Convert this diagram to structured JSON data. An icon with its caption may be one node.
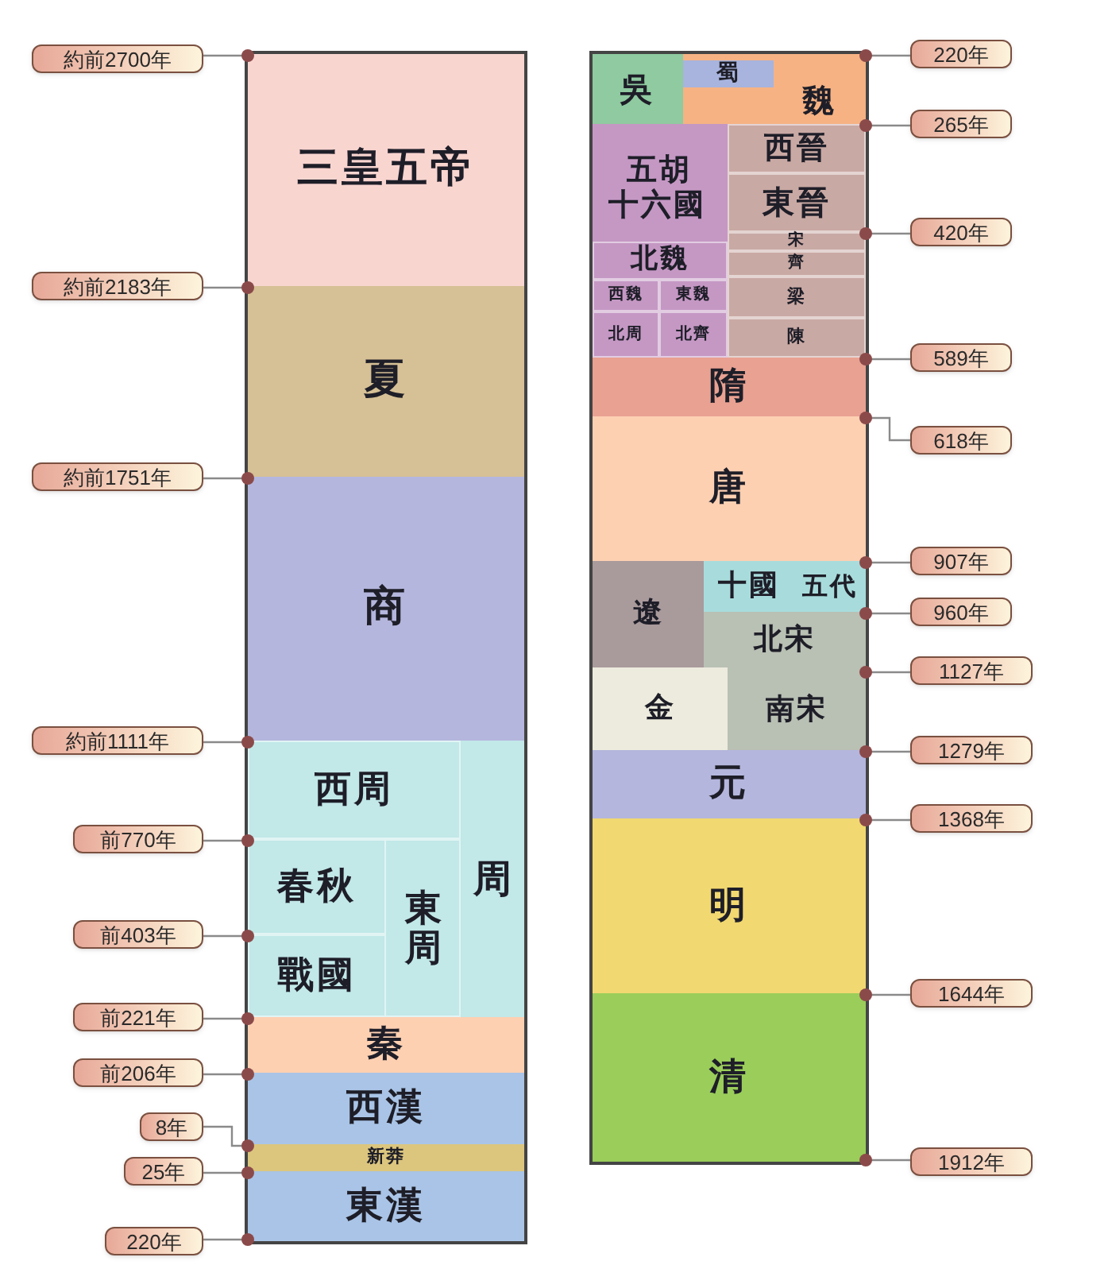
{
  "diagram": {
    "nodes": [
      {
        "text": [
          "三皇五帝"
        ]
      },
      {
        "text": [
          "夏"
        ]
      },
      {
        "text": [
          "商"
        ]
      },
      {
        "text": [
          "周"
        ]
      },
      {
        "text": [
          "西周"
        ],
        "in": 3
      },
      {
        "text": [
          "東周"
        ],
        "in": 3
      },
      {
        "text": [
          "春秋"
        ],
        "in": 5
      },
      {
        "text": [
          "戰國"
        ],
        "in": 5
      },
      {
        "text": [
          "秦"
        ]
      },
      {
        "text": [
          "西漢"
        ]
      },
      {
        "text": [
          "新莽"
        ]
      },
      {
        "text": [
          "東漢"
        ]
      },
      {
        "text": [
          "吳"
        ]
      },
      {
        "text": [
          "魏"
        ]
      },
      {
        "text": [
          "蜀"
        ],
        "in": 13
      },
      {
        "text": [
          "西晉"
        ]
      },
      {
        "text": [
          "東晉"
        ]
      },
      {
        "text": [
          "宋"
        ]
      },
      {
        "text": [
          "齊"
        ]
      },
      {
        "text": [
          "梁"
        ]
      },
      {
        "text": [
          "陳"
        ]
      },
      {
        "text": [
          "五胡十六國"
        ]
      },
      {
        "text": [
          "北魏"
        ],
        "in": 21
      },
      {
        "text": [
          "西魏"
        ],
        "in": 21
      },
      {
        "text": [
          "東魏"
        ],
        "in": 21
      },
      {
        "text": [
          "北周"
        ],
        "in": 21
      },
      {
        "text": [
          "北齊"
        ],
        "in": 21
      },
      {
        "text": [
          "隋"
        ]
      },
      {
        "text": [
          "唐"
        ]
      },
      {
        "text": [
          "遼"
        ]
      },
      {
        "text": [
          "十國"
        ]
      },
      {
        "text": [
          "五代"
        ]
      },
      {
        "text": [
          "北宋"
        ]
      },
      {
        "text": [
          "金"
        ]
      },
      {
        "text": [
          "南宋"
        ]
      },
      {
        "text": [
          "元"
        ]
      },
      {
        "text": [
          "明"
        ]
      },
      {
        "text": [
          "清"
        ]
      },
      {
        "text": [
          "約前2700年"
        ]
      },
      {
        "text": [
          "約前2183年"
        ]
      },
      {
        "text": [
          "約前1751年"
        ]
      },
      {
        "text": [
          "約前1111年"
        ]
      },
      {
        "text": [
          "前770年"
        ]
      },
      {
        "text": [
          "前403年"
        ]
      },
      {
        "text": [
          "前221年"
        ]
      },
      {
        "text": [
          "前206年"
        ]
      },
      {
        "text": [
          "8年"
        ]
      },
      {
        "text": [
          "25年"
        ]
      },
      {
        "text": [
          "220年"
        ]
      },
      {
        "text": [
          "220年"
        ]
      },
      {
        "text": [
          "265年"
        ]
      },
      {
        "text": [
          "420年"
        ]
      },
      {
        "text": [
          "589年"
        ]
      },
      {
        "text": [
          "618年"
        ]
      },
      {
        "text": [
          "907年"
        ]
      },
      {
        "text": [
          "960年"
        ]
      },
      {
        "text": [
          "1127年"
        ]
      },
      {
        "text": [
          "1279年"
        ]
      },
      {
        "text": [
          "1368年"
        ]
      },
      {
        "text": [
          "1644年"
        ]
      },
      {
        "text": [
          "1912年"
        ]
      }
    ],
    "edges": [
      {
        "from": 38,
        "to": 0,
        "arrow": "other"
      },
      {
        "from": 39,
        "to": 1,
        "arrow": "other"
      },
      {
        "from": 40,
        "to": 2,
        "arrow": "other"
      },
      {
        "from": 41,
        "to": 4,
        "arrow": "other"
      },
      {
        "from": 42,
        "to": 6,
        "arrow": "other"
      },
      {
        "from": 43,
        "to": 7,
        "arrow": "other"
      },
      {
        "from": 44,
        "to": 8,
        "arrow": "other"
      },
      {
        "from": 45,
        "to": 9,
        "arrow": "other"
      },
      {
        "from": 46,
        "to": 10,
        "arrow": "other"
      },
      {
        "from": 47,
        "to": 11,
        "arrow": "other"
      },
      {
        "from": 48,
        "to": 11,
        "arrow": "other"
      },
      {
        "from": 49,
        "to": 13,
        "arrow": "other"
      },
      {
        "from": 50,
        "to": 15,
        "arrow": "other"
      },
      {
        "from": 51,
        "to": 17,
        "arrow": "other"
      },
      {
        "from": 52,
        "to": 27,
        "arrow": "other"
      },
      {
        "from": 53,
        "to": 28,
        "arrow": "other"
      },
      {
        "from": 54,
        "to": 31,
        "arrow": "other"
      },
      {
        "from": 55,
        "to": 32,
        "arrow": "other"
      },
      {
        "from": 56,
        "to": 34,
        "arrow": "other"
      },
      {
        "from": 57,
        "to": 35,
        "arrow": "other"
      },
      {
        "from": 58,
        "to": 36,
        "arrow": "other"
      },
      {
        "from": 59,
        "to": 37,
        "arrow": "other"
      },
      {
        "from": 60,
        "to": 37,
        "arrow": "other"
      }
    ]
  }
}
